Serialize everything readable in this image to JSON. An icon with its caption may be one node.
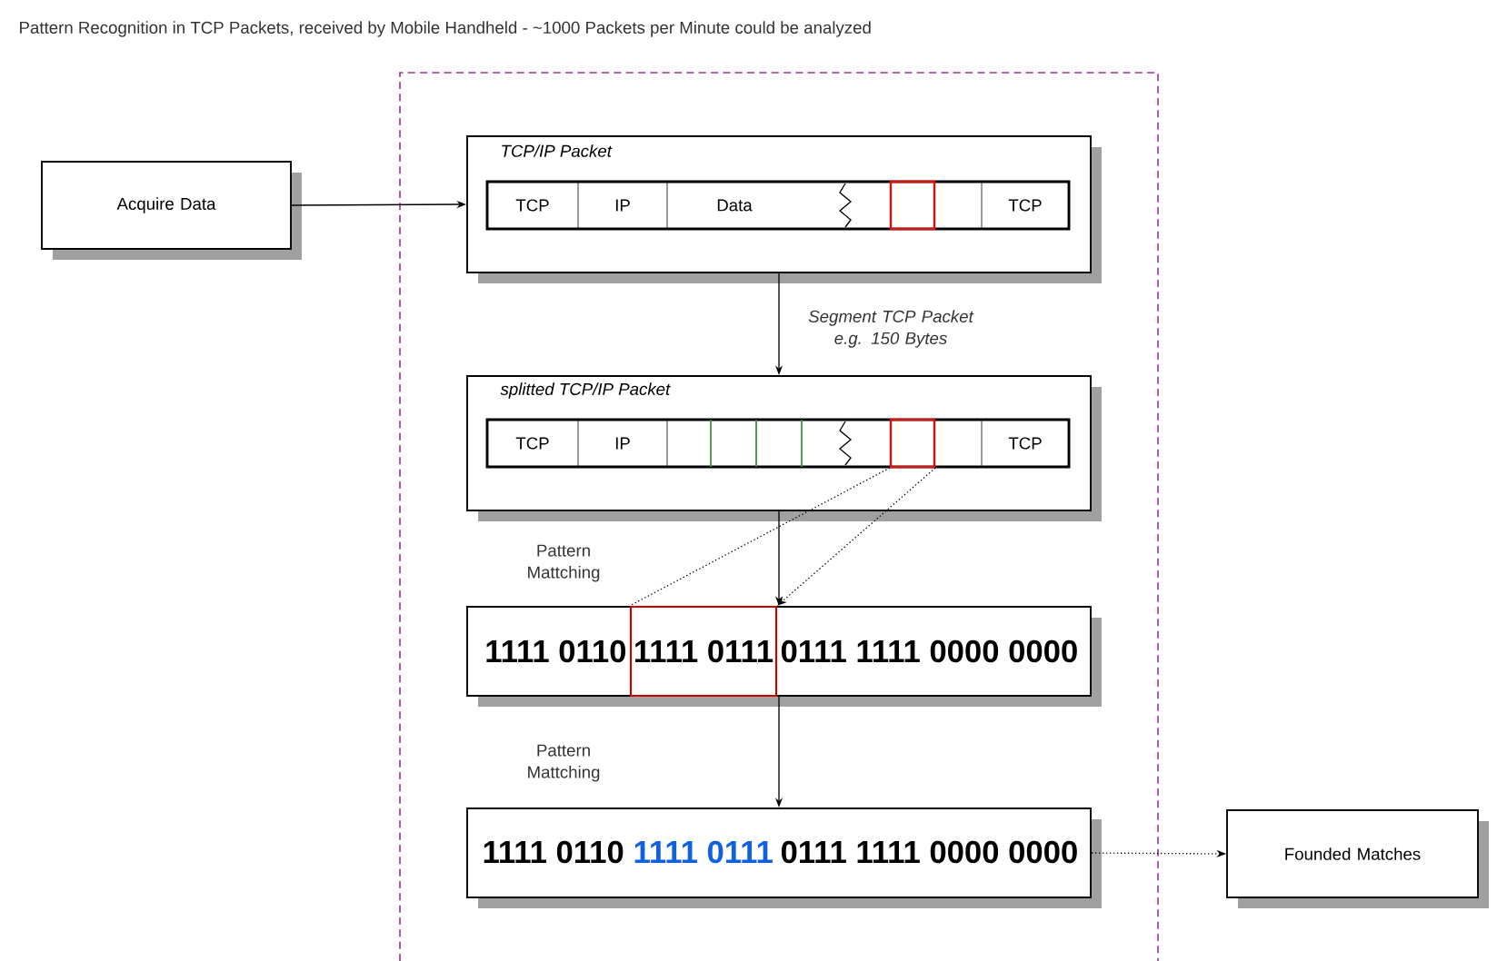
{
  "diagram": {
    "title": "Pattern Recognition in TCP Packets, received by Mobile Handheld -  ~1000 Packets per Minute could be analyzed",
    "nodes": [
      {
        "text": [
          "Acquire Data"
        ]
      },
      {
        "text": [],
        "shape": "box"
      },
      {
        "text": [
          "TCP/IP Packet"
        ],
        "in": 1
      },
      {
        "text": [
          "TCP"
        ],
        "in": 2
      },
      {
        "text": [
          "IP"
        ],
        "in": 2
      },
      {
        "text": [
          "Data"
        ],
        "in": 2
      },
      {
        "text": [],
        "shape": "box",
        "in": 2
      },
      {
        "text": [],
        "shape": "box",
        "in": 2
      },
      {
        "text": [
          "TCP"
        ],
        "in": 2
      },
      {
        "text": [
          "splitted TCP/IP Packet"
        ],
        "in": 1
      },
      {
        "text": [
          "TCP"
        ],
        "in": 9
      },
      {
        "text": [
          "IP"
        ],
        "in": 9
      },
      {
        "text": [],
        "shape": "box",
        "in": 9
      },
      {
        "text": [],
        "shape": "box",
        "in": 9
      },
      {
        "text": [],
        "shape": "box",
        "in": 9
      },
      {
        "text": [],
        "shape": "box",
        "in": 9
      },
      {
        "text": [],
        "shape": "box",
        "in": 9
      },
      {
        "text": [],
        "shape": "box",
        "in": 9
      },
      {
        "text": [
          "TCP"
        ],
        "in": 9
      },
      {
        "text": [
          "1111 0110",
          "0111 1111 0000 0000"
        ],
        "in": 1
      },
      {
        "text": [
          "1111 0111"
        ],
        "in": 19
      },
      {
        "text": [
          "1111 0110",
          "1111 0111",
          "0111 1111 0000 0000"
        ],
        "in": 1
      },
      {
        "text": [
          "Founded Matches"
        ]
      }
    ],
    "edges": [
      {
        "from": 0,
        "to": 2,
        "arrow": "to"
      },
      {
        "from": 2,
        "to": 9,
        "arrow": "to",
        "label": "Segment TCP Packet e.g. 150 Bytes"
      },
      {
        "from": 16,
        "to": 20,
        "arrow": "none",
        "style": "dashed"
      },
      {
        "from": 16,
        "to": 20,
        "arrow": "to",
        "style": "dashed"
      },
      {
        "from": 9,
        "to": 19,
        "arrow": "to"
      },
      {
        "from": 19,
        "to": 21,
        "arrow": "to"
      },
      {
        "from": 21,
        "to": 22,
        "arrow": "to",
        "style": "dashed"
      }
    ],
    "labels": [
      "Pattern Mattching",
      "Pattern Mattching"
    ]
  }
}
